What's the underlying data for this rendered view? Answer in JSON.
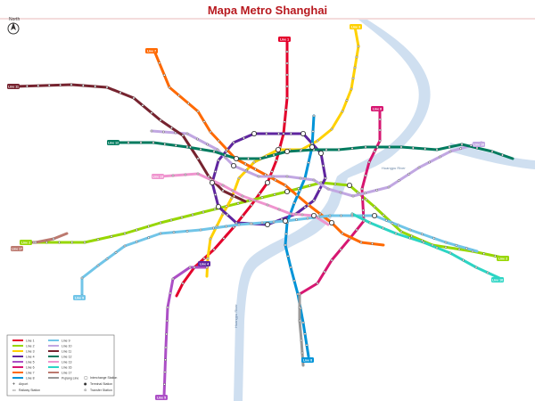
{
  "title": "Mapa Metro Shanghai",
  "compass_label": "North",
  "river_label": "Huangpu River",
  "river_label_2": "Huangpu River",
  "colors": {
    "title": "#b8191f",
    "river": "#cfdff0",
    "station_fill": "#ffffff",
    "station_stroke": "#333333",
    "line_1": "#e4002b",
    "line_2": "#97d700",
    "line_3": "#ffd100",
    "line_4": "#5f259f",
    "line_5": "#ac4fc6",
    "line_6": "#d71671",
    "line_7": "#ff6900",
    "line_8": "#0094d8",
    "line_9": "#71c5e8",
    "line_10": "#c1a7e2",
    "line_11": "#76232f",
    "line_12": "#007b5f",
    "line_13": "#ef95cf",
    "line_16": "#2cd5c4",
    "line_17": "#bc796f",
    "pujiang": "#999999"
  },
  "lines": [
    {
      "id": "line-1",
      "label": "Line 1"
    },
    {
      "id": "line-2",
      "label": "Line 2"
    },
    {
      "id": "line-3",
      "label": "Line 3"
    },
    {
      "id": "line-4",
      "label": "Line 4"
    },
    {
      "id": "line-5",
      "label": "Line 5"
    },
    {
      "id": "line-6",
      "label": "Line 6"
    },
    {
      "id": "line-7",
      "label": "Line 7"
    },
    {
      "id": "line-8",
      "label": "Line 8"
    },
    {
      "id": "line-9",
      "label": "Line 9"
    },
    {
      "id": "line-10",
      "label": "Line 10"
    },
    {
      "id": "line-11",
      "label": "Line 11"
    },
    {
      "id": "line-12",
      "label": "Line 12"
    },
    {
      "id": "line-13",
      "label": "Line 13"
    },
    {
      "id": "line-16",
      "label": "Line 16"
    },
    {
      "id": "line-17",
      "label": "Line 17"
    },
    {
      "id": "pujiang",
      "label": "Pujiang Line"
    }
  ],
  "legend": {
    "entries": [
      "Line 1",
      "Line 2",
      "Line 3",
      "Line 4",
      "Line 5",
      "Line 6",
      "Line 7",
      "Line 8",
      "Line 9",
      "Line 10",
      "Line 11",
      "Line 12",
      "Line 13",
      "Line 16",
      "Line 17",
      "Pujiang Line"
    ],
    "airport": "Airport",
    "railway": "Railway Station",
    "interchange": "Interchange Station",
    "terminal": "Terminal Station",
    "transfer": "Transfer Station"
  },
  "terminal_badges": [
    {
      "label": "Line 1"
    },
    {
      "label": "Line 3"
    },
    {
      "label": "Line 7"
    },
    {
      "label": "Line 12"
    },
    {
      "label": "Line 11"
    },
    {
      "label": "Line 2"
    },
    {
      "label": "Line 8"
    },
    {
      "label": "Line 6"
    },
    {
      "label": "Line 10"
    },
    {
      "label": "Line 9"
    },
    {
      "label": "Line 13"
    },
    {
      "label": "Line 16"
    },
    {
      "label": "Line 5"
    },
    {
      "label": "Line 4"
    },
    {
      "label": "Line 17"
    },
    {
      "label": "Line 2"
    }
  ]
}
